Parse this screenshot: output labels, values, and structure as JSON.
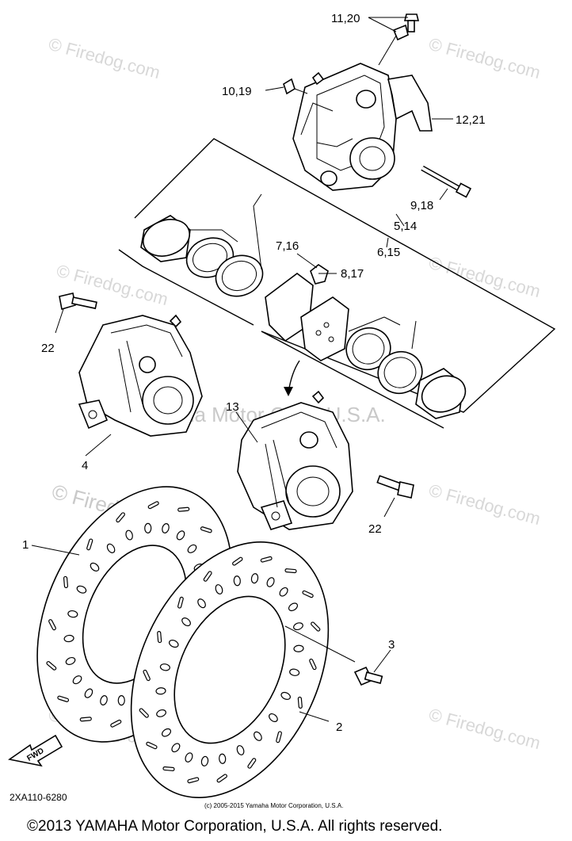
{
  "labels": {
    "l11_20": "11,20",
    "l10_19": "10,19",
    "l12_21": "12,21",
    "l9_18": "9,18",
    "l5_14": "5,14",
    "l6_15": "6,15",
    "l7_16": "7,16",
    "l8_17": "8,17",
    "l22_left": "22",
    "l4": "4",
    "l13": "13",
    "l22_right": "22",
    "l1": "1",
    "l3": "3",
    "l2": "2",
    "fwd": "FWD"
  },
  "watermarks": {
    "w1": "© Firedog.com",
    "w2": "© Firedog.com",
    "w3": "© Firedog.com",
    "w4": "© Firedog.com",
    "w5": "© Firedog.com",
    "w6": "© Firedog.com",
    "w7": "© Firedog.com",
    "w8": "© Firedog.com",
    "center": "Yamaha Motor Corp, U.S.A."
  },
  "diagram_code": "2XA110-6280",
  "small_copyright": "(c) 2005-2015 Yamaha Motor Corporation, U.S.A.",
  "footer_copyright": "©2013 YAMAHA Motor Corporation, U.S.A. All rights reserved."
}
